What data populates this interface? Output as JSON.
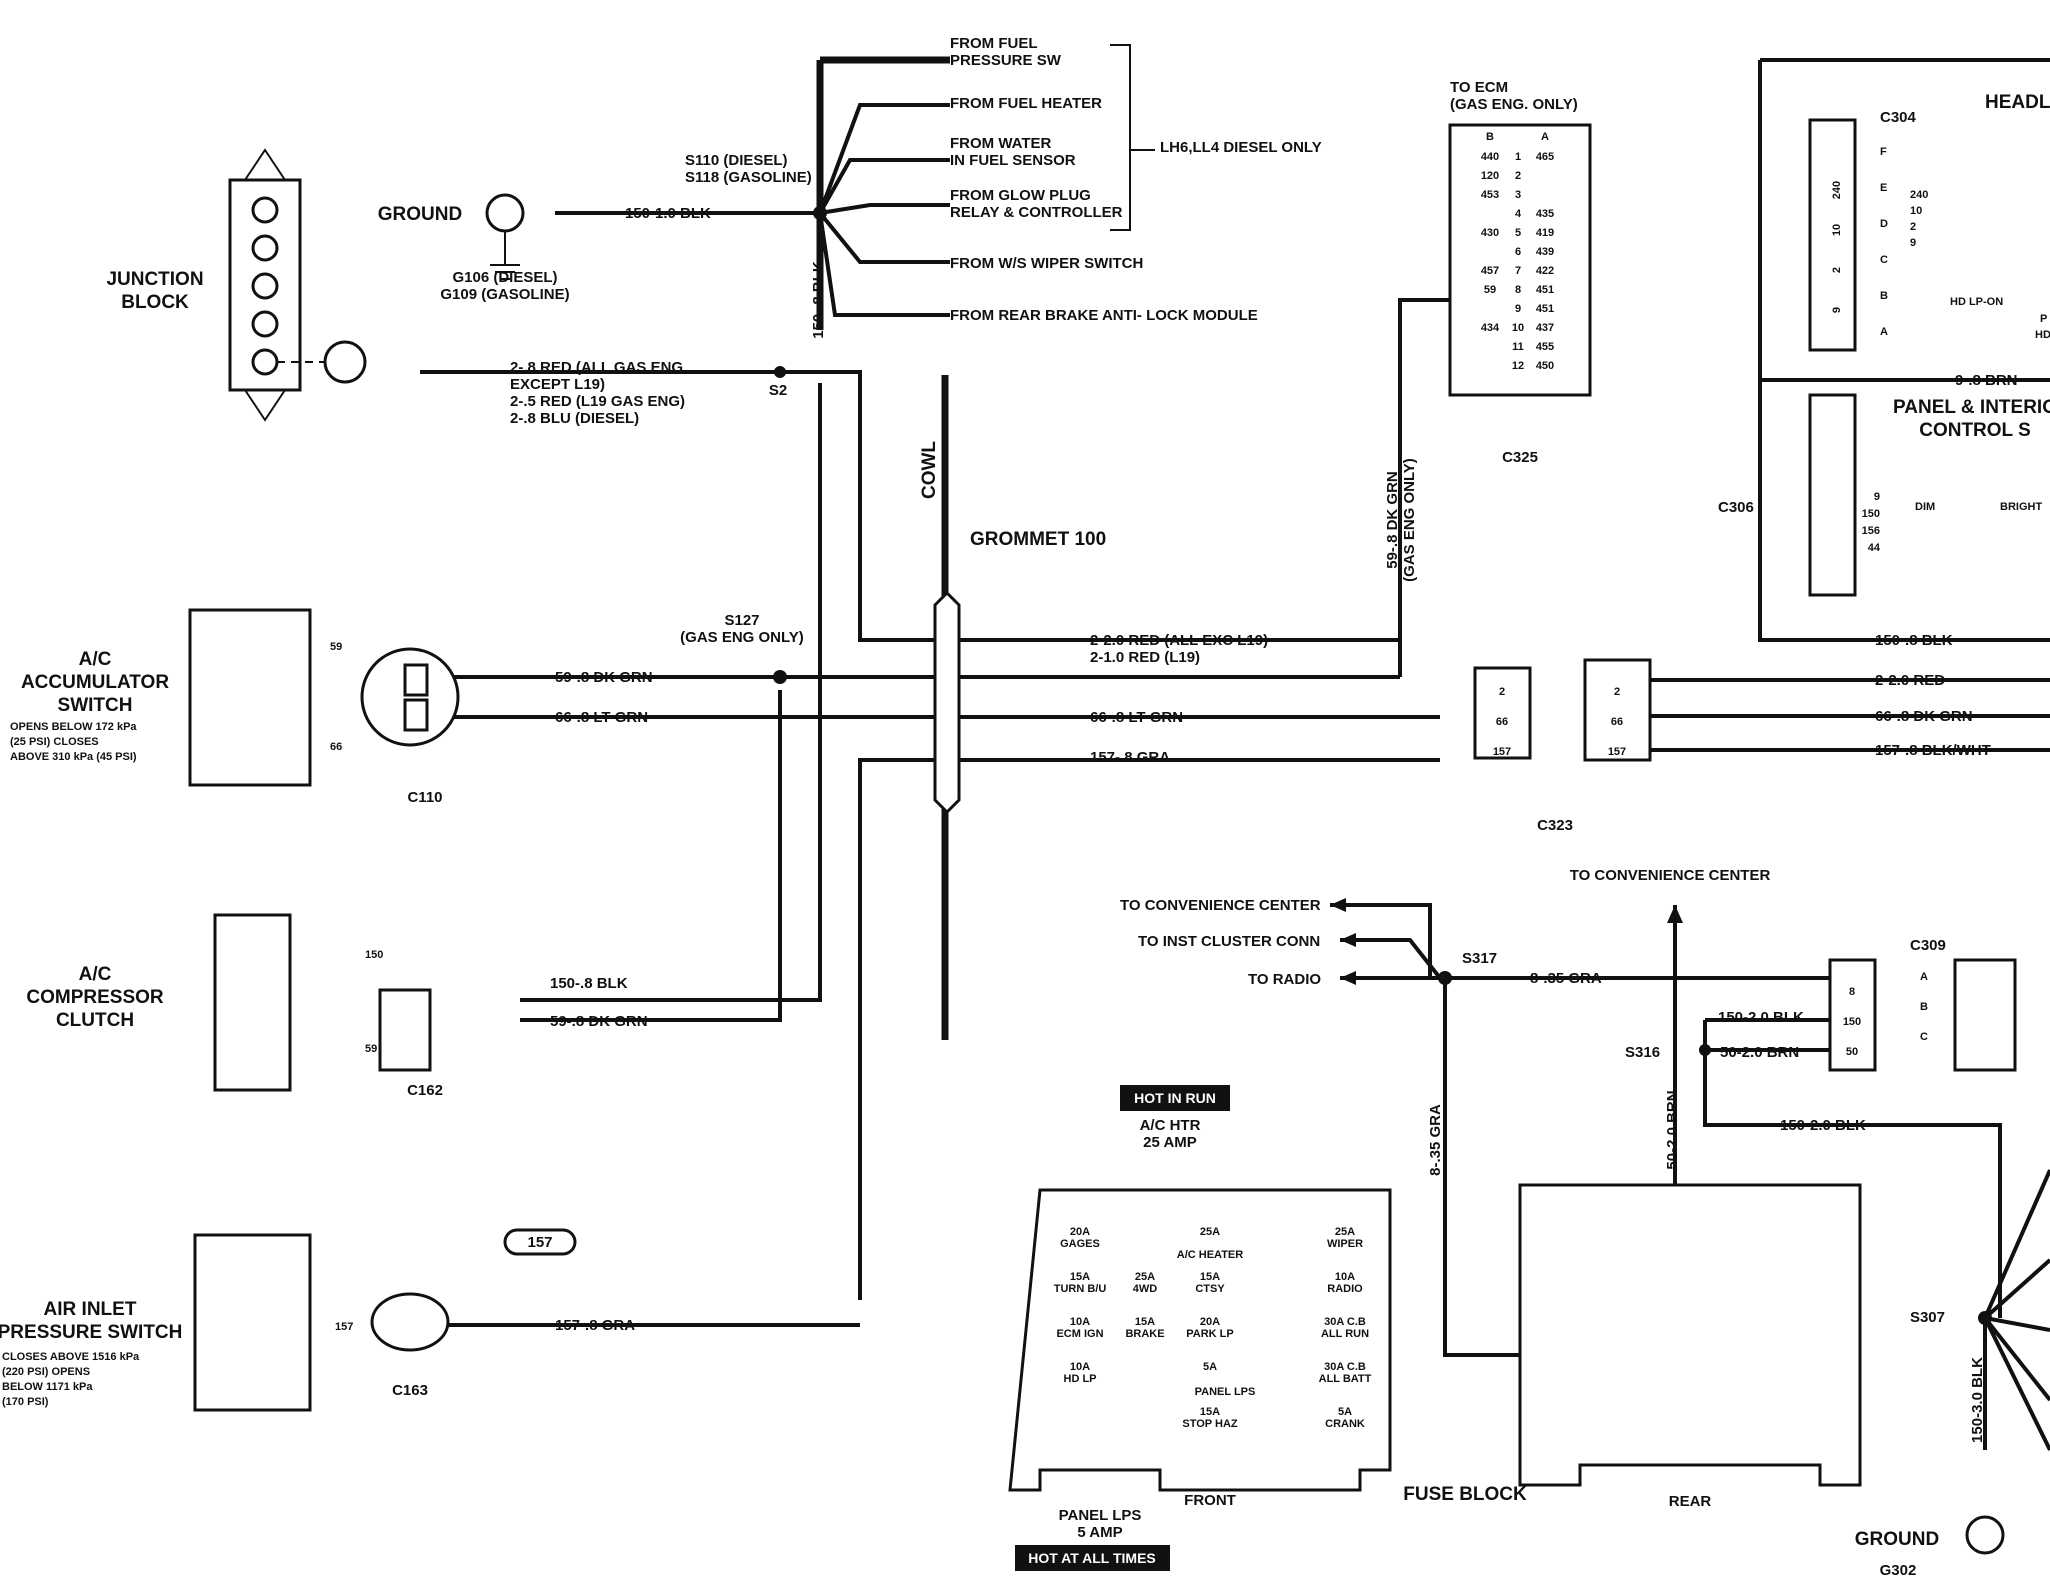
{
  "left_components": {
    "junction_block": "JUNCTION\nBLOCK",
    "ac_accumulator": {
      "title": "A/C\nACCUMULATOR\nSWITCH",
      "desc": "OPENS BELOW 172 kPa\n(25 PSI) CLOSES\nABOVE 310 kPa (45 PSI)",
      "pins": [
        "59",
        "66"
      ],
      "connector": "C110"
    },
    "ac_compressor": {
      "title": "A/C\nCOMPRESSOR\nCLUTCH",
      "pins": [
        "150",
        "59"
      ],
      "connector": "C162"
    },
    "air_inlet": {
      "title": "AIR INLET\nPRESSURE SWITCH",
      "desc": "CLOSES ABOVE 1516 kPa\n(220 PSI) OPENS\nBELOW 1171 kPa\n(170 PSI)",
      "pin": "157",
      "bubble": "157",
      "connector": "C163"
    }
  },
  "ground_top": {
    "label": "GROUND",
    "sub": "G106 (DIESEL)\nG109 (GASOLINE)",
    "wire": "150-1.0 BLK",
    "splice": "S110 (DIESEL)\nS118 (GASOLINE)",
    "vertical_wire": "150-.8 BLK"
  },
  "from_lines": [
    "FROM FUEL\nPRESSURE SW",
    "FROM FUEL HEATER",
    "FROM WATER\nIN FUEL SENSOR",
    "FROM GLOW PLUG\nRELAY & CONTROLLER",
    "FROM W/S  WIPER SWITCH",
    "FROM REAR BRAKE ANTI- LOCK MODULE"
  ],
  "diesel_note": "LH6,LL4 DIESEL ONLY",
  "red_wire": {
    "text": "2-.8 RED (ALL GAS ENG\nEXCEPT L19)\n2-.5 RED (L19 GAS ENG)\n2-.8 BLU (DIESEL)",
    "splice": "S2"
  },
  "cowl": "COWL",
  "grommet": "GROMMET 100",
  "s127": "S127\n(GAS ENG ONLY)",
  "wires_left": [
    "59-.8 DK GRN",
    "66-.8 LT GRN",
    "150-.8 BLK",
    "59-.8 DK GRN",
    "157-.8 GRA"
  ],
  "wires_mid": {
    "red": "2-2.0 RED (ALL EXC L19)\n2-1.0 RED (L19)",
    "ltgrn": "66-.8 LT GRN",
    "gra": "157-.8 GRA",
    "dkgrn_vertical": "59-.8 DK GRN\n(GAS ENG ONLY)"
  },
  "ecm": {
    "title": "TO ECM\n(GAS ENG. ONLY)",
    "connector": "C325",
    "header": [
      "B",
      "A"
    ],
    "rows": [
      [
        "440",
        "1",
        "465"
      ],
      [
        "120",
        "2",
        ""
      ],
      [
        "453",
        "3",
        ""
      ],
      [
        "",
        "4",
        "435"
      ],
      [
        "430",
        "5",
        "419"
      ],
      [
        "",
        "6",
        "439"
      ],
      [
        "457",
        "7",
        "422"
      ],
      [
        "59",
        "8",
        "451"
      ],
      [
        "",
        "9",
        "451"
      ],
      [
        "434",
        "10",
        "437"
      ],
      [
        "",
        "11",
        "455"
      ],
      [
        "",
        "12",
        "450"
      ]
    ]
  },
  "c323": {
    "connector": "C323",
    "pins": [
      "2",
      "66",
      "157"
    ]
  },
  "right_wires": [
    "2-2.0 RED",
    "66-.8 DK GRN",
    "157-.8 BLK/WHT",
    "150-.8 BLK",
    "9-.8 BRN"
  ],
  "headlamp": {
    "title": "HEADL",
    "connector": "C304",
    "pin_letters": [
      "F",
      "E",
      "D",
      "C",
      "B",
      "A"
    ],
    "pins": [
      "240",
      "10",
      "2",
      "9"
    ],
    "cavities": [
      "240",
      "10",
      "2",
      "9"
    ],
    "labels": [
      "HD LP-ON",
      "HD",
      "P"
    ]
  },
  "panel_ctrl": {
    "title": "PANEL & INTERIO\nCONTROL S",
    "connector": "C306",
    "pins": [
      "9",
      "150",
      "156",
      "44"
    ],
    "dim": "DIM",
    "bright": "BRIGHT"
  },
  "convenience": {
    "top": "TO CONVENIENCE CENTER",
    "arrows": [
      "TO CONVENIENCE CENTER",
      "TO INST CLUSTER CONN",
      "TO RADIO"
    ],
    "splice": "S317",
    "wire": "8-.35 GRA",
    "vertical": "8-.35 GRA"
  },
  "c309": {
    "connector": "C309",
    "pins": [
      "8",
      "150",
      "50"
    ],
    "letters": [
      "A",
      "B",
      "C"
    ],
    "wires": [
      "150-2.0 BLK",
      "50-2.0 BRN",
      "150-2.0 BLK"
    ],
    "splice": "S316",
    "vertical": "50-2.0 BRN"
  },
  "fuse_block": {
    "title": "FUSE BLOCK",
    "front": "FRONT",
    "rear": "REAR",
    "hot_in_run": "HOT IN RUN",
    "ac_htr": "A/C HTR\n25 AMP",
    "ac_heater": "A/C HEATER",
    "panel_lps_label": "PANEL LPS",
    "panel_lps_note": "PANEL LPS\n5 AMP",
    "hot_at_all_times": "HOT AT ALL TIMES",
    "fuses": [
      [
        "20A",
        "GAGES"
      ],
      [
        "25A",
        ""
      ],
      [
        "25A",
        "WIPER"
      ],
      [
        "15A",
        "TURN B/U"
      ],
      [
        "25A",
        "4WD"
      ],
      [
        "15A",
        "CTSY"
      ],
      [
        "10A",
        "RADIO"
      ],
      [
        "10A",
        "ECM IGN"
      ],
      [
        "15A",
        "BRAKE"
      ],
      [
        "20A",
        "PARK LP"
      ],
      [
        "10A",
        "HD LP"
      ],
      [
        "5A",
        ""
      ],
      [
        "30A C.B",
        "ALL RUN"
      ],
      [
        "15A",
        "STOP HAZ"
      ],
      [
        "5A",
        "CRANK"
      ],
      [
        "30A C.B",
        "ALL BATT"
      ]
    ]
  },
  "ground_bottom": {
    "label": "GROUND",
    "id": "G302",
    "splice": "S307",
    "vertical": "150-3.0 BLK"
  }
}
